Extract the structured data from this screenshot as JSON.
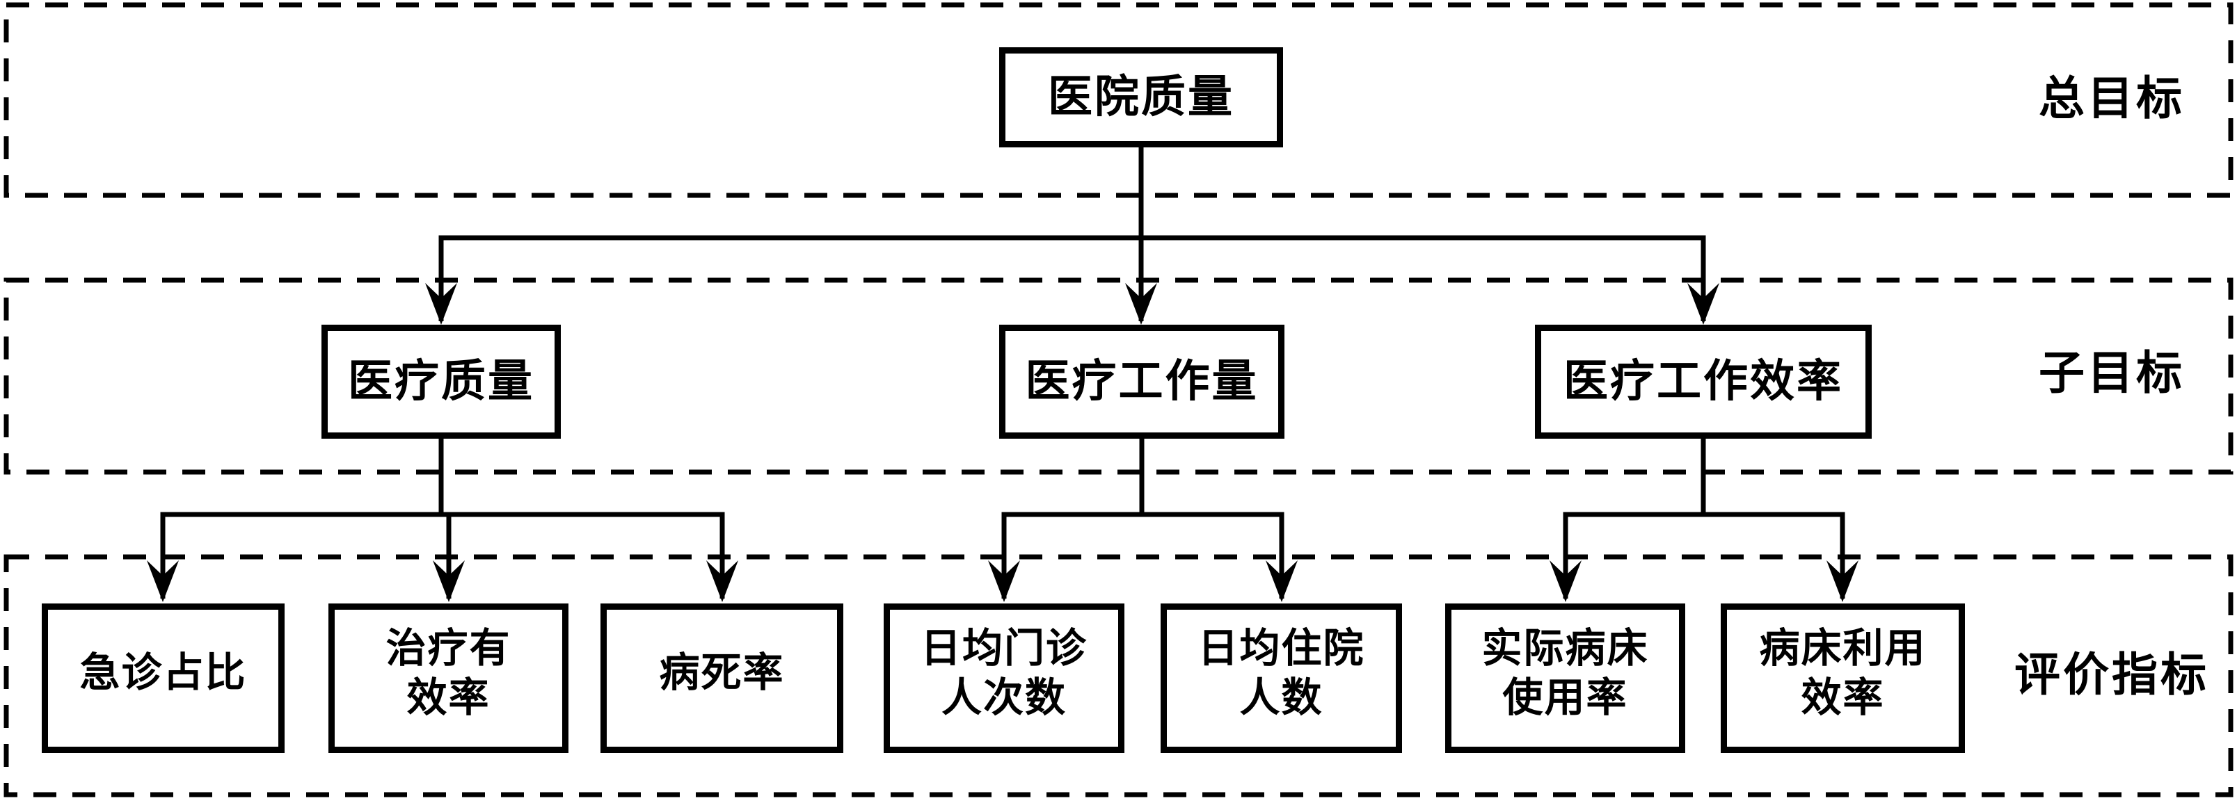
{
  "diagram": {
    "type": "hierarchy-flowchart",
    "colors": {
      "line": "#000000",
      "background": "#ffffff",
      "text": "#000000"
    },
    "levels": [
      {
        "band_label": "总目标",
        "nodes": [
          {
            "label": "医院质量"
          }
        ]
      },
      {
        "band_label": "子目标",
        "nodes": [
          {
            "label": "医疗质量"
          },
          {
            "label": "医疗工作量"
          },
          {
            "label": "医疗工作效率"
          }
        ]
      },
      {
        "band_label": "评价指标",
        "nodes": [
          {
            "label": "急诊占比"
          },
          {
            "label": "治疗有\n效率"
          },
          {
            "label": "病死率"
          },
          {
            "label": "日均门诊\n人次数"
          },
          {
            "label": "日均住院\n人数"
          },
          {
            "label": "实际病床\n使用率"
          },
          {
            "label": "病床利用\n效率"
          }
        ]
      }
    ],
    "edges": [
      {
        "from": "医院质量",
        "to": "医疗质量"
      },
      {
        "from": "医院质量",
        "to": "医疗工作量"
      },
      {
        "from": "医院质量",
        "to": "医疗工作效率"
      },
      {
        "from": "医疗质量",
        "to": "急诊占比"
      },
      {
        "from": "医疗质量",
        "to": "治疗有效率"
      },
      {
        "from": "医疗质量",
        "to": "病死率"
      },
      {
        "from": "医疗工作量",
        "to": "日均门诊人次数"
      },
      {
        "from": "医疗工作量",
        "to": "日均住院人数"
      },
      {
        "from": "医疗工作效率",
        "to": "实际病床使用率"
      },
      {
        "from": "医疗工作效率",
        "to": "病床利用效率"
      }
    ]
  }
}
